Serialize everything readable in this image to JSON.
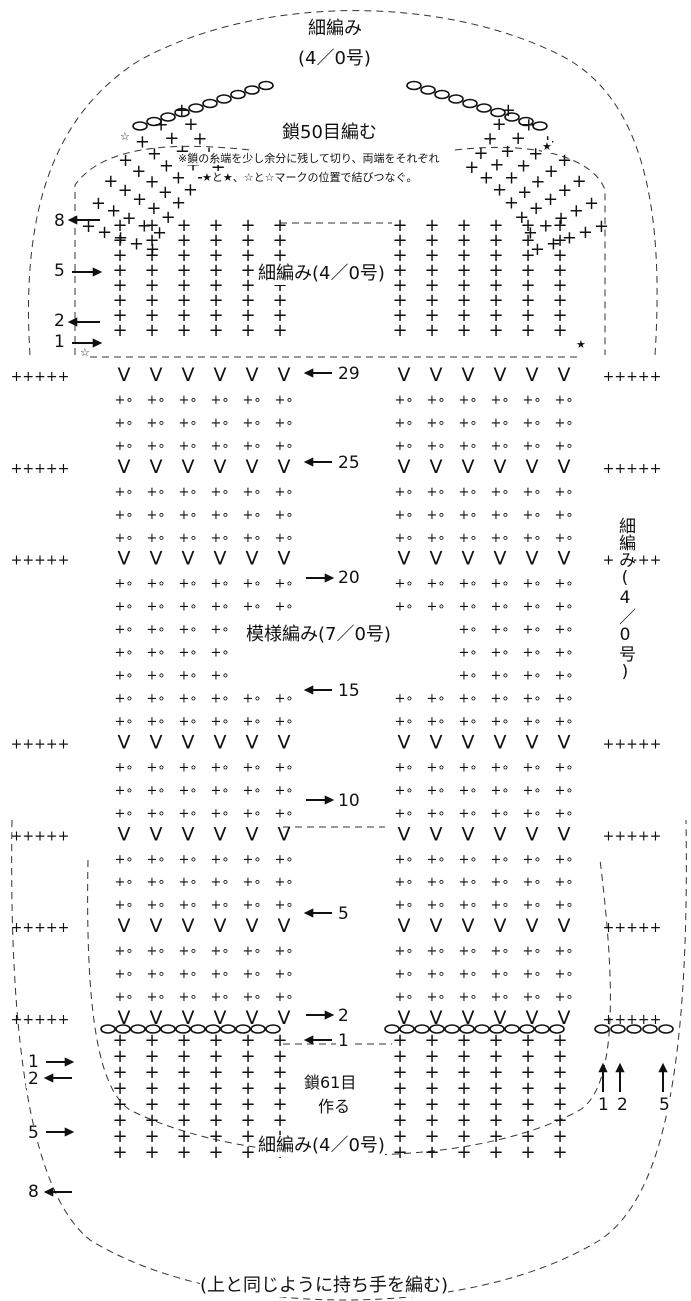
{
  "handle_top": {
    "stitch_label": "細編み",
    "hook_label": "(4／0号)",
    "chain_label": "鎖50目編む",
    "note_line1": "※鎖の糸端を少し余分に残して切り、両端をそれぞれ",
    "note_line2": "★と★、☆と☆マークの位置で結びつなぐ。"
  },
  "top_band": {
    "label": "細編み(4／0号)",
    "row_markers": [
      "8",
      "5",
      "2",
      "1"
    ]
  },
  "main_body": {
    "label": "模様編み(7／0号)",
    "row_markers": [
      "29",
      "25",
      "20",
      "15",
      "10",
      "5",
      "2",
      "1"
    ]
  },
  "side_band": {
    "label": "細編み(4／0号)",
    "row_markers": [
      "1",
      "2",
      "5"
    ]
  },
  "bottom_band": {
    "label": "細編み(4／0号)",
    "chain_label_line1": "鎖61目",
    "chain_label_line2": "作る",
    "row_markers": [
      "1",
      "2",
      "5",
      "8"
    ]
  },
  "footer_note": "(上と同じように持ち手を編む)",
  "symbols": {
    "star_filled": "★",
    "star_open": "☆"
  }
}
